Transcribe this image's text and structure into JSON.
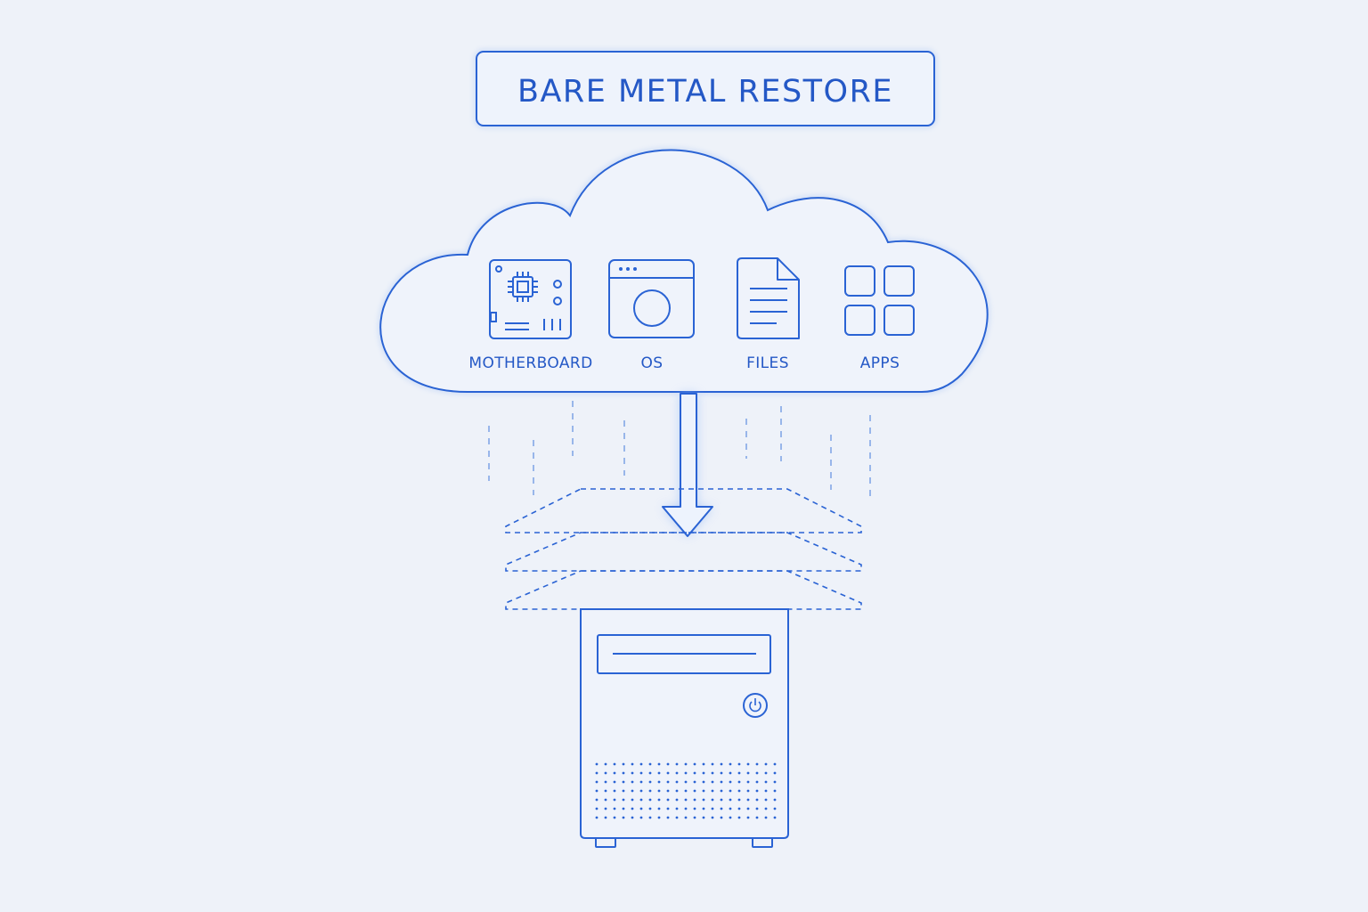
{
  "title": "BARE METAL RESTORE",
  "colors": {
    "background": "#eef2f9",
    "stroke": "#2a63d4",
    "text": "#2458c6",
    "glow": "#8fb6f5"
  },
  "components": [
    {
      "label": "MOTHERBOARD",
      "icon": "motherboard-icon"
    },
    {
      "label": "OS",
      "icon": "os-window-icon"
    },
    {
      "label": "FILES",
      "icon": "file-document-icon"
    },
    {
      "label": "APPS",
      "icon": "apps-grid-icon"
    }
  ]
}
